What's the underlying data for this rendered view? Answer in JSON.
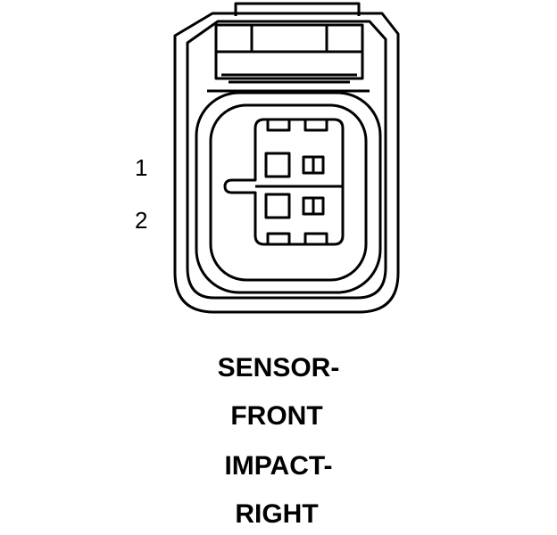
{
  "connector": {
    "pins": [
      {
        "number": "1"
      },
      {
        "number": "2"
      }
    ]
  },
  "caption": {
    "lines": [
      "SENSOR-",
      "FRONT",
      "IMPACT-",
      "RIGHT"
    ]
  },
  "colors": {
    "stroke": "#000000",
    "background": "#ffffff"
  }
}
